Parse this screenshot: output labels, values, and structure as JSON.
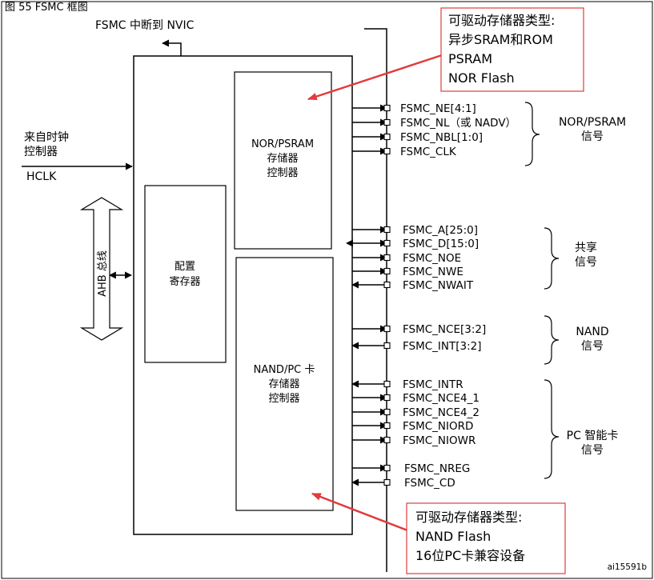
{
  "header_fragment": "图 55     FSMC 框图",
  "nvic_label": "FSMC 中断到 NVIC",
  "clock_source": {
    "line1": "来自时钟",
    "line2": "控制器",
    "signal": "HCLK"
  },
  "ahb_bus": "AHB 总线",
  "blocks": {
    "config": [
      "配置",
      "寄存器"
    ],
    "nor": [
      "NOR/PSRAM",
      "存储器",
      "控制器"
    ],
    "nand": [
      "NAND/PC 卡",
      "存储器",
      "控制器"
    ]
  },
  "callouts": {
    "top": [
      "可驱动存储器类型:",
      "异步SRAM和ROM",
      "PSRAM",
      "NOR Flash"
    ],
    "bottom": [
      "可驱动存储器类型:",
      "NAND Flash",
      "16位PC卡兼容设备"
    ]
  },
  "signals": [
    {
      "label": "FSMC_NE[4:1]",
      "dir": "out"
    },
    {
      "label": "FSMC_NL（或 NADV）",
      "dir": "out"
    },
    {
      "label": "FSMC_NBL[1:0]",
      "dir": "out"
    },
    {
      "label": "FSMC_CLK",
      "dir": "out"
    },
    {
      "label": "FSMC_A[25:0]",
      "dir": "out"
    },
    {
      "label": "FSMC_D[15:0]",
      "dir": "bi"
    },
    {
      "label": "FSMC_NOE",
      "dir": "out"
    },
    {
      "label": "FSMC_NWE",
      "dir": "out"
    },
    {
      "label": "FSMC_NWAIT",
      "dir": "in"
    },
    {
      "label": "FSMC_NCE[3:2]",
      "dir": "out"
    },
    {
      "label": "FSMC_INT[3:2]",
      "dir": "in"
    },
    {
      "label": "FSMC_INTR",
      "dir": "in"
    },
    {
      "label": "FSMC_NCE4_1",
      "dir": "out"
    },
    {
      "label": "FSMC_NCE4_2",
      "dir": "out"
    },
    {
      "label": "FSMC_NIORD",
      "dir": "out"
    },
    {
      "label": "FSMC_NIOWR",
      "dir": "out"
    },
    {
      "label": "FSMC_NREG",
      "dir": "out"
    },
    {
      "label": "FSMC_CD",
      "dir": "in"
    }
  ],
  "groups": [
    {
      "line1": "NOR/PSRAM",
      "line2": "信号"
    },
    {
      "line1": "共享",
      "line2": "信号"
    },
    {
      "line1": "NAND",
      "line2": "信号"
    },
    {
      "line1": "PC 智能卡",
      "line2": "信号"
    }
  ],
  "figure_id": "ai15591b",
  "colors": {
    "callout_border": "#e03c3c",
    "callout_arrow": "#e03c3c",
    "line": "#000000"
  }
}
